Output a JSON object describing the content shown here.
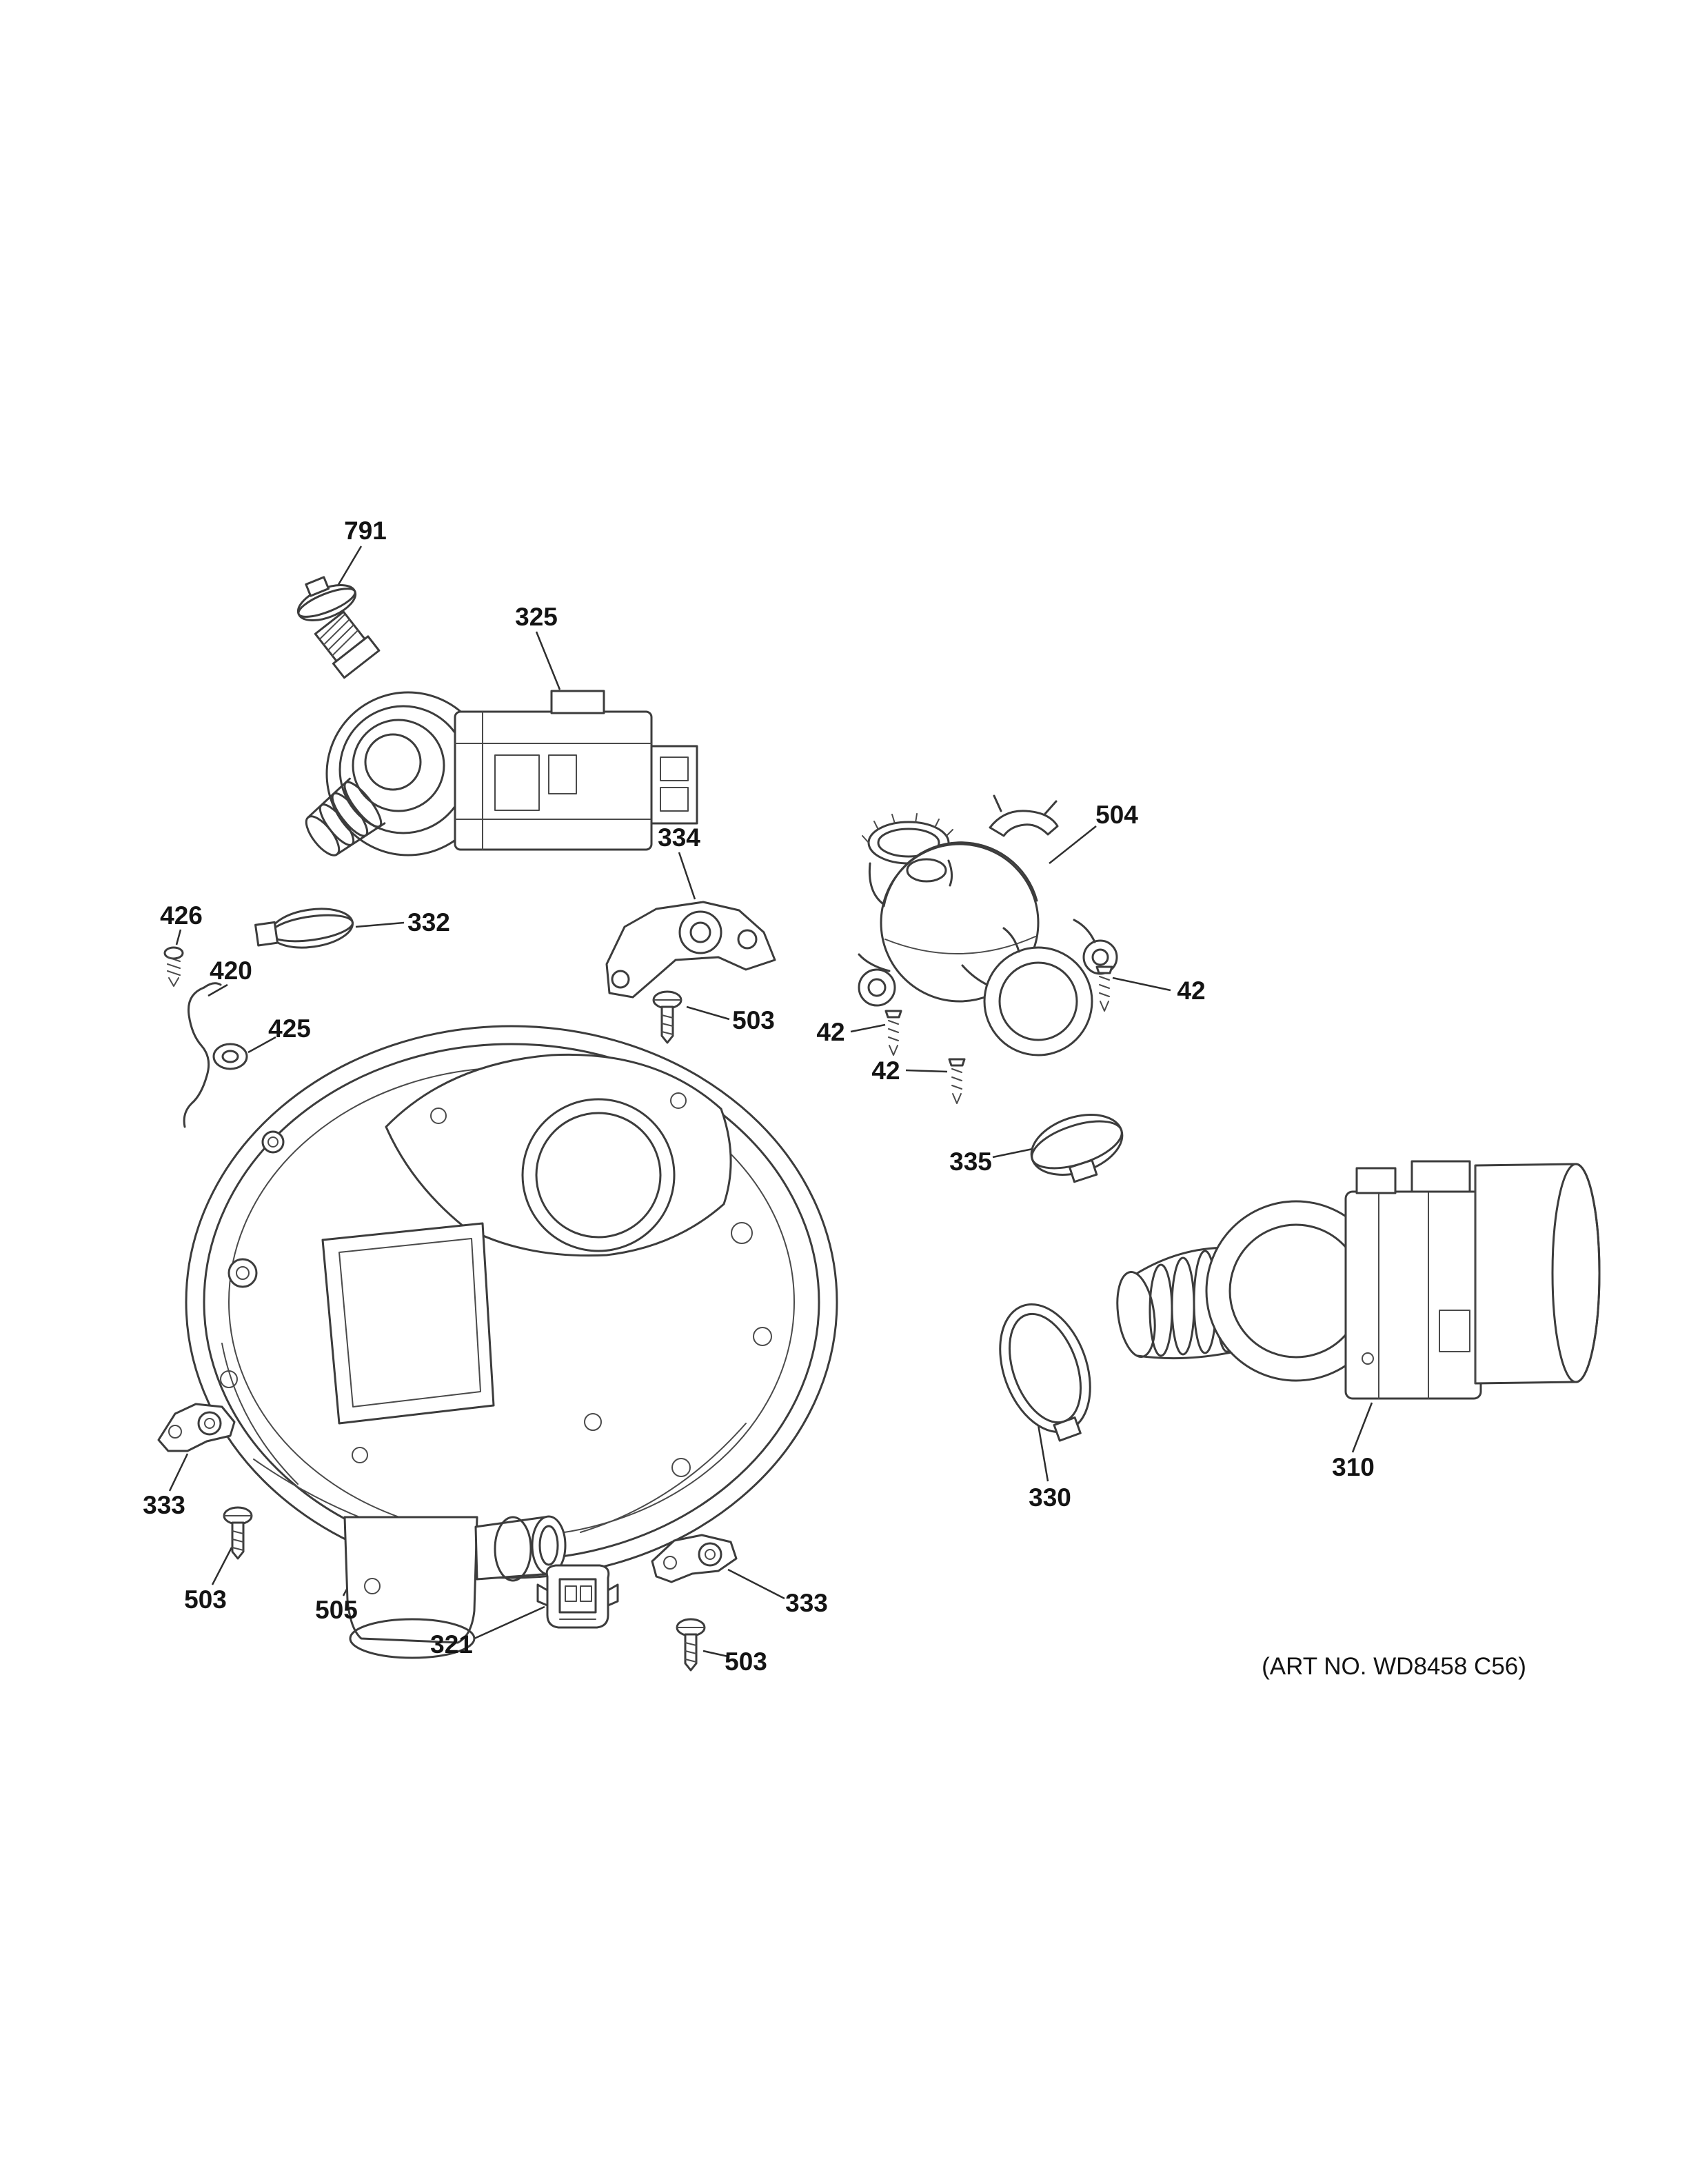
{
  "page": {
    "background": "#ffffff",
    "line_color": "#3c3c3c",
    "label_color": "#141414"
  },
  "diagram": {
    "type": "exploded-parts-diagram",
    "subject": "dishwasher sump and motor mechanism",
    "art_no": "(ART NO. WD8458 C56)",
    "callouts": [
      {
        "part": "791"
      },
      {
        "part": "325"
      },
      {
        "part": "426"
      },
      {
        "part": "420"
      },
      {
        "part": "425"
      },
      {
        "part": "332"
      },
      {
        "part": "334"
      },
      {
        "part": "503"
      },
      {
        "part": "504"
      },
      {
        "part": "42"
      },
      {
        "part": "42"
      },
      {
        "part": "42"
      },
      {
        "part": "335"
      },
      {
        "part": "330"
      },
      {
        "part": "310"
      },
      {
        "part": "333"
      },
      {
        "part": "503"
      },
      {
        "part": "505"
      },
      {
        "part": "321"
      },
      {
        "part": "503"
      },
      {
        "part": "333"
      }
    ]
  }
}
